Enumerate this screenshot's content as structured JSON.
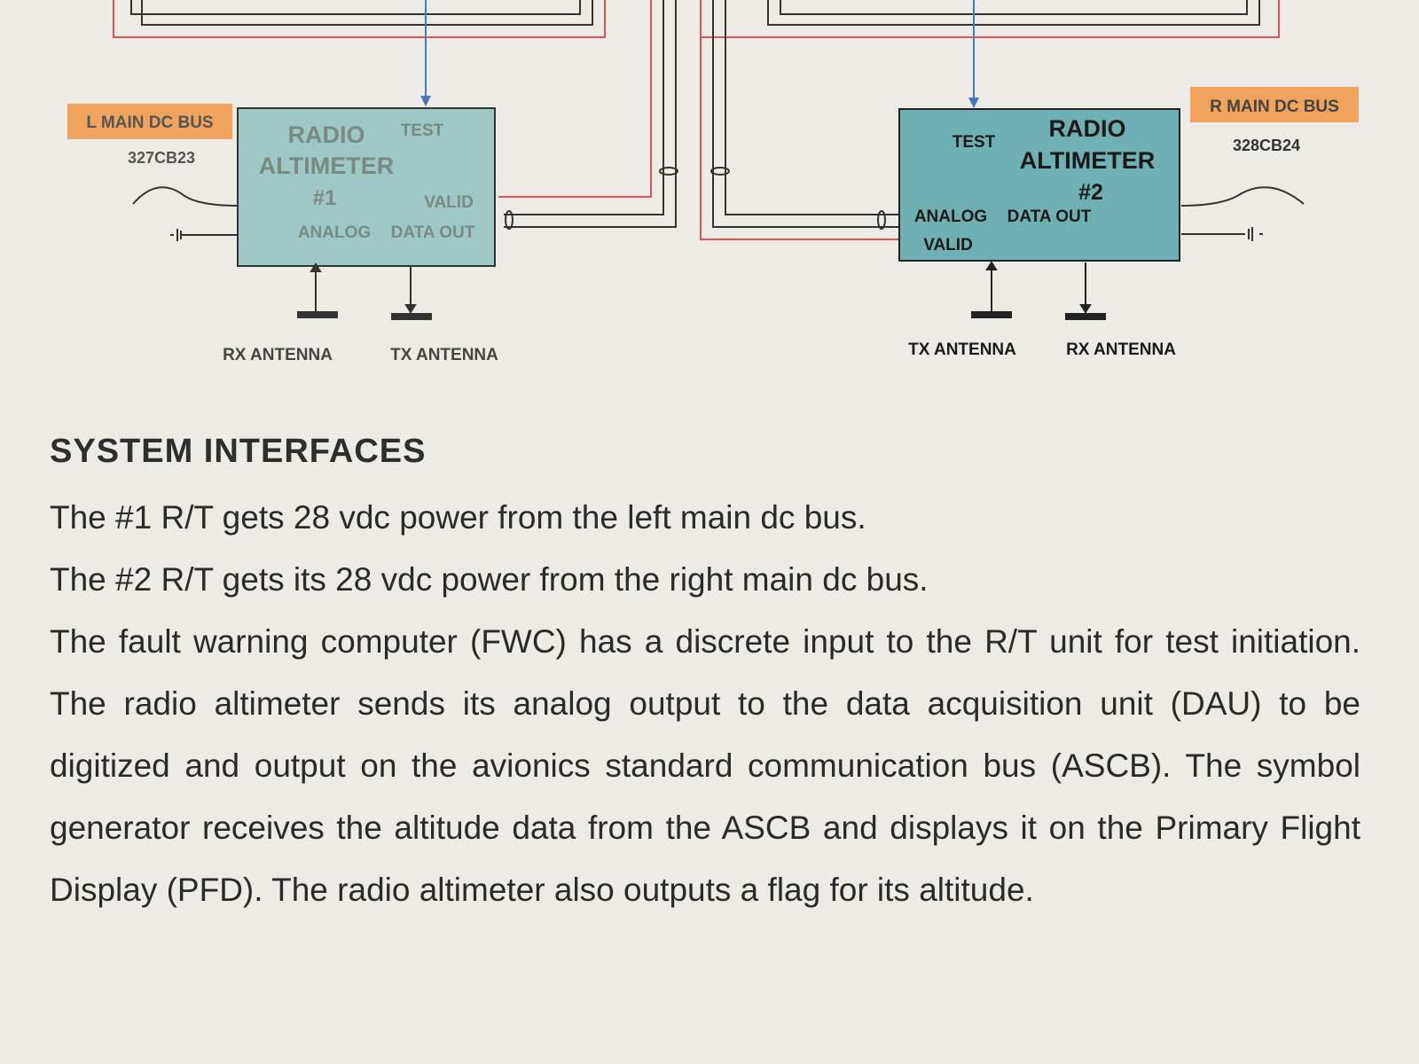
{
  "diagram": {
    "left": {
      "bus_label": "L MAIN DC BUS",
      "breaker": "327CB23",
      "unit_title_line1": "RADIO",
      "unit_title_line2": "ALTIMETER",
      "unit_number": "#1",
      "test_label": "TEST",
      "valid_label": "VALID",
      "analog_label": "ANALOG",
      "data_out_label": "DATA OUT",
      "antenna_left": "RX ANTENNA",
      "antenna_right": "TX ANTENNA"
    },
    "right": {
      "bus_label": "R MAIN DC BUS",
      "breaker": "328CB24",
      "unit_title_line1": "RADIO",
      "unit_title_line2": "ALTIMETER",
      "unit_number": "#2",
      "test_label": "TEST",
      "valid_label": "VALID",
      "analog_label": "ANALOG",
      "data_out_label": "DATA OUT",
      "antenna_left": "TX ANTENNA",
      "antenna_right": "RX ANTENNA"
    },
    "colors": {
      "bus_label_bg": "#f0a35c",
      "box_left": "#9ec8c6",
      "box_right": "#6fb0b4",
      "wire_red": "#e0505a",
      "wire_blue": "#4a78b8",
      "wire_black": "#333333"
    }
  },
  "document": {
    "heading": "SYSTEM  INTERFACES",
    "paragraphs": [
      "The #1 R/T gets 28 vdc power from the left main dc bus.",
      "The #2 R/T gets its 28 vdc power from the right main dc bus.",
      "The fault warning computer (FWC) has a discrete input to the R/T unit for test initiation.  The radio altimeter sends its analog output to the data acquisition unit (DAU) to be digitized and output on the avionics standard communication bus (ASCB).  The symbol generator receives the altitude data from the ASCB and displays it on the Primary Flight Display (PFD).  The radio altimeter also outputs a flag for its altitude."
    ]
  }
}
